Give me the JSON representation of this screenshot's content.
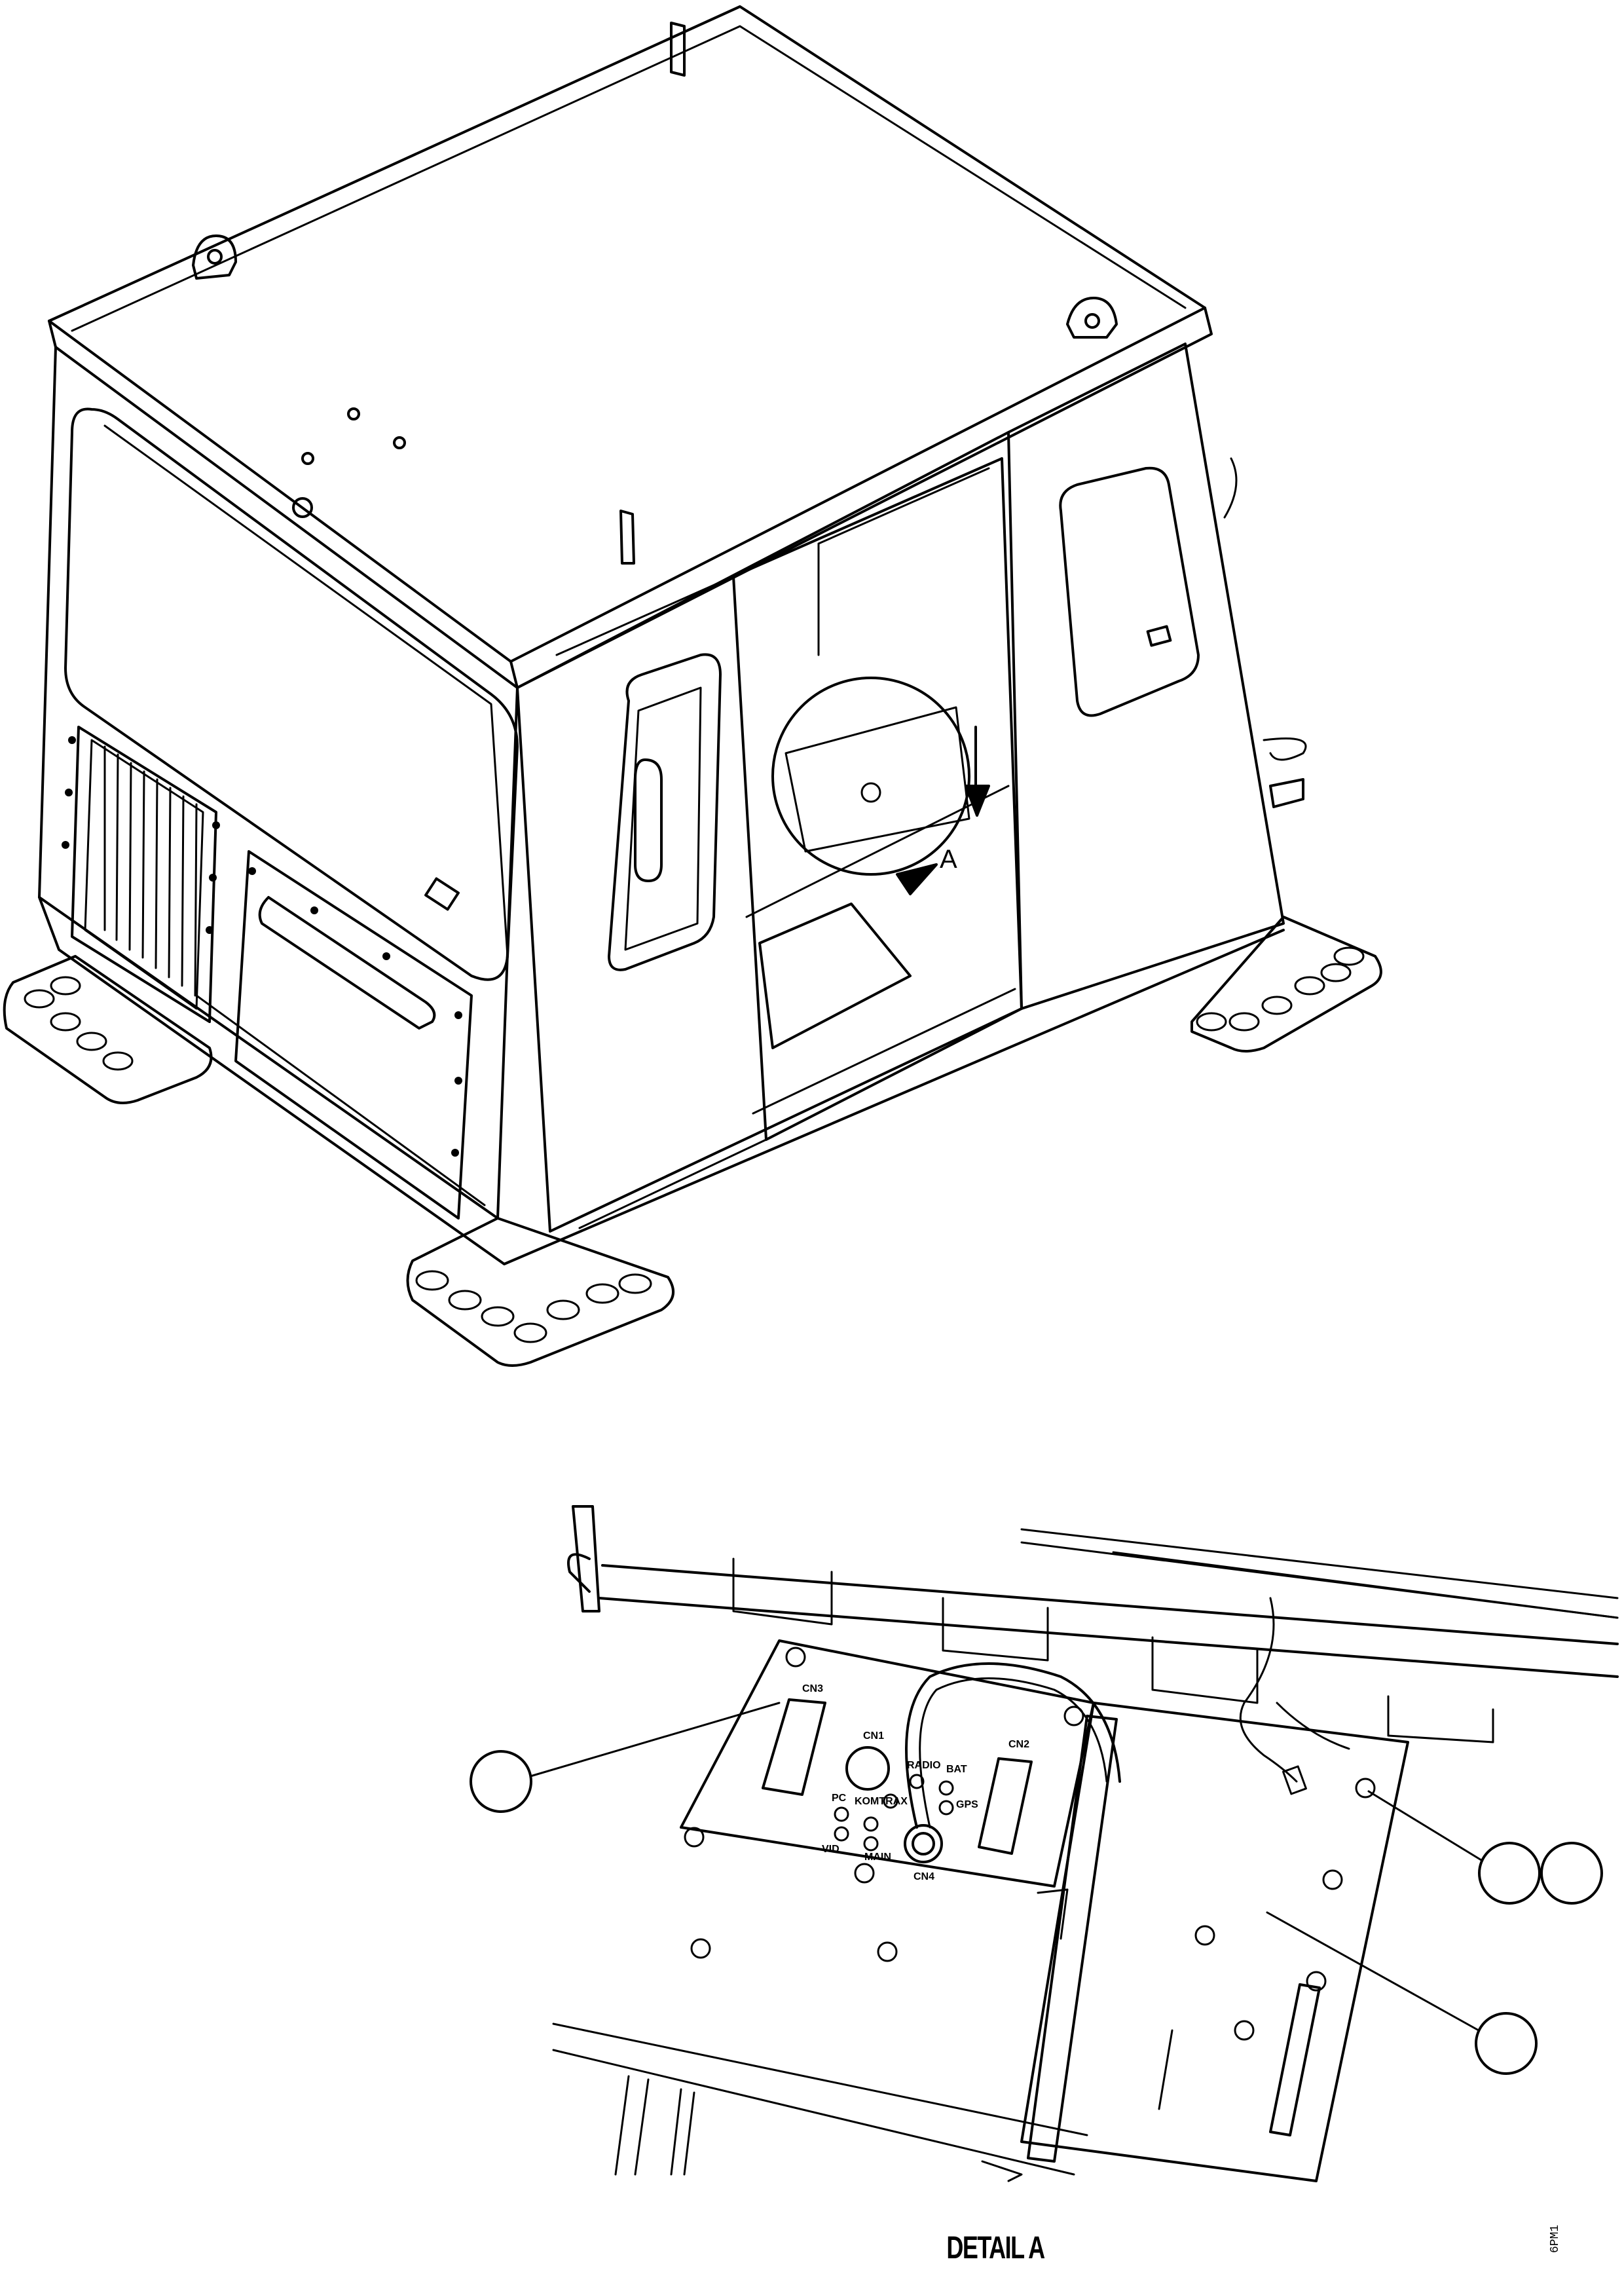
{
  "figure": {
    "detail_view_letter": "A",
    "detail_caption": "DETAIL A",
    "document_number": "6PM1"
  },
  "panel_labels": {
    "cn1": "CN1",
    "cn2": "CN2",
    "cn3": "CN3",
    "cn4": "CN4",
    "radio": "RADIO",
    "bat": "BAT",
    "pc": "PC",
    "komtrax": "KOMTRAX",
    "gps": "GPS",
    "vid": "VID",
    "main": "MAIN"
  },
  "callouts": [
    {
      "id": "callout-left-plate",
      "text": ""
    },
    {
      "id": "callout-right-bracket-1",
      "text": ""
    },
    {
      "id": "callout-right-bracket-2",
      "text": ""
    },
    {
      "id": "callout-floor-plate",
      "text": ""
    }
  ],
  "colors": {
    "line": "#000000",
    "background": "#ffffff"
  }
}
